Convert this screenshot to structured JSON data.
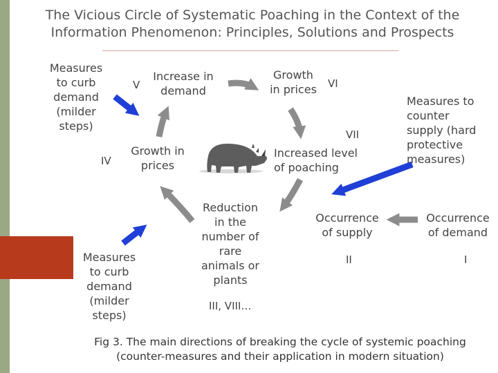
{
  "title": {
    "line1": "The Vicious Circle of Systematic Poaching in the Context of the",
    "line2": "Information Phenomenon: Principles, Solutions and Prospects"
  },
  "nodes": {
    "measures_top_left": [
      "Measures",
      "to curb",
      "demand",
      "(milder",
      "steps)"
    ],
    "increase_in_demand": [
      "Increase in",
      "demand"
    ],
    "growth_in_prices_top": [
      "Growth",
      "in prices"
    ],
    "measures_counter_supply": [
      "Measures to",
      "counter",
      "supply (hard",
      "protective",
      "measures)"
    ],
    "growth_in_prices_left": [
      "Growth in",
      "prices"
    ],
    "increased_poaching": [
      "Increased level",
      "of poaching"
    ],
    "reduction_rare": [
      "Reduction",
      "in the",
      "number of",
      "rare",
      "animals or",
      "plants"
    ],
    "occurrence_supply": [
      "Occurrence",
      "of supply"
    ],
    "occurrence_demand": [
      "Occurrence",
      "of demand"
    ],
    "measures_bottom_left": [
      "Measures",
      "to curb",
      "demand",
      "(milder",
      "steps)"
    ]
  },
  "numerals": {
    "v": "V",
    "vi": "VI",
    "vii": "VII",
    "iv": "IV",
    "ii": "II",
    "i": "I",
    "iii_viii": "III, VIII…"
  },
  "caption": {
    "line1": "Fig 3. The main directions of breaking the cycle of systemic poaching",
    "line2": "(counter-measures and their application in modern situation)"
  },
  "colors": {
    "cycle_arrow": "#8c8c8c",
    "intervention_arrow": "#1f3fd6",
    "accent_red": "#b83a1c",
    "left_stripe": "#9aa884"
  },
  "icons": [
    "rhino-icon"
  ]
}
